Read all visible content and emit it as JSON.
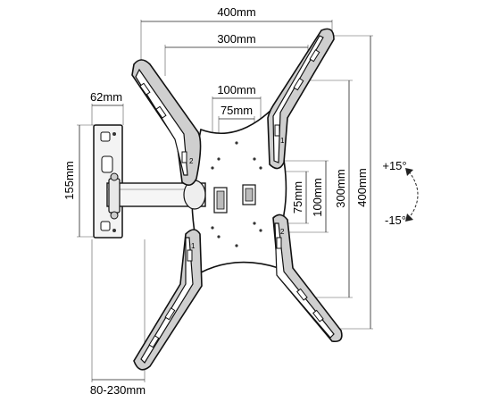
{
  "dimensions": {
    "width_400": "400mm",
    "width_300": "300mm",
    "width_100": "100mm",
    "width_75": "75mm",
    "wall_62": "62mm",
    "wall_155": "155mm",
    "height_75": "75mm",
    "height_100": "100mm",
    "height_300": "300mm",
    "height_400": "400mm",
    "extension": "80-230mm"
  },
  "tilt": {
    "up": "+15°",
    "down": "-15°"
  },
  "arm_markings": {
    "top_left": "2",
    "top_right": "1",
    "bottom_left": "1",
    "bottom_right": "2"
  }
}
